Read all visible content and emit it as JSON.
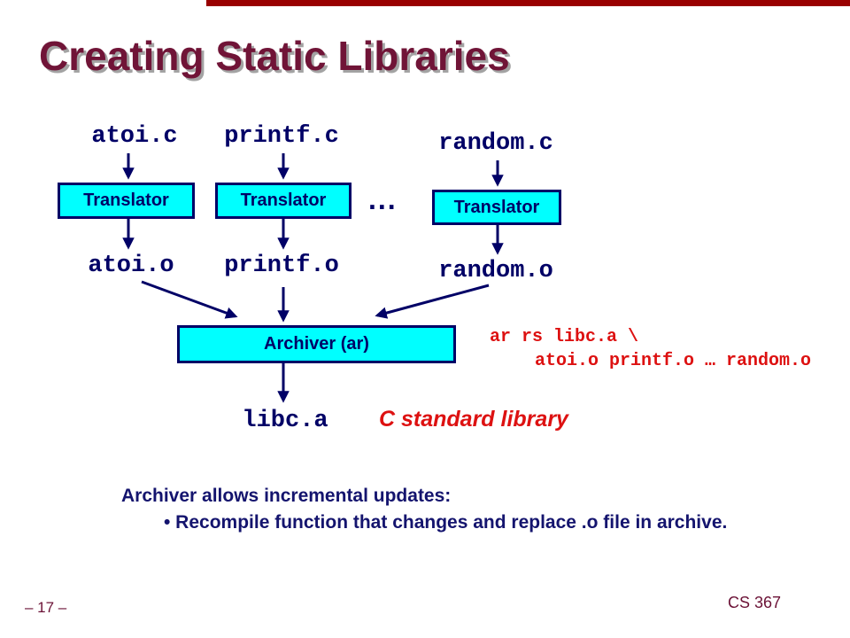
{
  "slide": {
    "title": "Creating Static Libraries",
    "page_number": "– 17 –",
    "course": "CS 367"
  },
  "colors": {
    "accent_bar": "#990000",
    "title_maroon": "#701437",
    "navy": "#000066",
    "box_fill_cyan": "#00ffff",
    "command_red": "#dd1111",
    "footer_maroon": "#6b1236"
  },
  "diagram": {
    "sources": [
      "atoi.c",
      "printf.c",
      "random.c"
    ],
    "translators": [
      "Translator",
      "Translator",
      "Translator"
    ],
    "ellipsis": "...",
    "objects": [
      "atoi.o",
      "printf.o",
      "random.o"
    ],
    "archiver_label": "Archiver (ar)",
    "command_line1": "ar rs libc.a \\",
    "command_line2": "atoi.o printf.o … random.o",
    "output_file": "libc.a",
    "output_caption": "C standard library"
  },
  "notes": {
    "heading": "Archiver allows incremental updates:",
    "bullet": "• Recompile function that changes and replace .o file in archive."
  }
}
